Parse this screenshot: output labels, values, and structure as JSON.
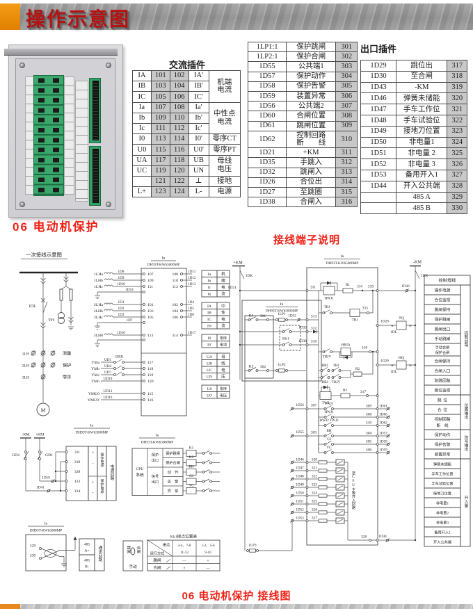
{
  "banner": {
    "title": "操作示意图"
  },
  "photo": {
    "caption": "06 电动机保护"
  },
  "captions": {
    "terminals": "接线端子说明",
    "diagram": "06 电动机保护 接线图"
  },
  "colors": {
    "accent_orange": "#e8891d",
    "title_red": "#b61212",
    "caption_red": "#ef2318",
    "shade_gray": "#c8c8c8",
    "terminal_green": "#35a066"
  },
  "ac_table": {
    "title": "交流插件",
    "rows": [
      [
        {
          "t": "IA"
        },
        {
          "t": "101",
          "c": "num"
        },
        {
          "t": "102",
          "c": "num"
        },
        {
          "t": "IA'"
        },
        {
          "t": "机端\n电流",
          "rs": 3
        }
      ],
      [
        {
          "t": "IB"
        },
        {
          "t": "103",
          "c": "num"
        },
        {
          "t": "104",
          "c": "num"
        },
        {
          "t": "IB'"
        }
      ],
      [
        {
          "t": "IC"
        },
        {
          "t": "105",
          "c": "num"
        },
        {
          "t": "106",
          "c": "num"
        },
        {
          "t": "IC'"
        }
      ],
      [
        {
          "t": "Ia"
        },
        {
          "t": "107",
          "c": "num"
        },
        {
          "t": "108",
          "c": "num"
        },
        {
          "t": "Ia'"
        },
        {
          "t": "中性点\n电流",
          "rs": 3
        }
      ],
      [
        {
          "t": "Ib"
        },
        {
          "t": "109",
          "c": "num"
        },
        {
          "t": "110",
          "c": "num"
        },
        {
          "t": "Ib'"
        }
      ],
      [
        {
          "t": "Ic"
        },
        {
          "t": "111",
          "c": "num"
        },
        {
          "t": "112",
          "c": "num"
        },
        {
          "t": "Ic'"
        }
      ],
      [
        {
          "t": "I0"
        },
        {
          "t": "113",
          "c": "num"
        },
        {
          "t": "114",
          "c": "num"
        },
        {
          "t": "I0'"
        },
        {
          "t": "零序CT"
        }
      ],
      [
        {
          "t": "U0"
        },
        {
          "t": "115",
          "c": "num"
        },
        {
          "t": "116",
          "c": "num"
        },
        {
          "t": "U0'"
        },
        {
          "t": "零序PT"
        }
      ],
      [
        {
          "t": "UA"
        },
        {
          "t": "117",
          "c": "num"
        },
        {
          "t": "118",
          "c": "num"
        },
        {
          "t": "UB"
        },
        {
          "t": "母线\n电压",
          "rs": 2
        }
      ],
      [
        {
          "t": "UC"
        },
        {
          "t": "119",
          "c": "num"
        },
        {
          "t": "120",
          "c": "num"
        },
        {
          "t": "UN"
        }
      ],
      [
        {
          "t": ""
        },
        {
          "t": "121",
          "c": "num"
        },
        {
          "t": "122",
          "c": "num"
        },
        {
          "t": "⊥"
        },
        {
          "t": "接地"
        }
      ],
      [
        {
          "t": "L+"
        },
        {
          "t": "123",
          "c": "num"
        },
        {
          "t": "124",
          "c": "num"
        },
        {
          "t": "L-"
        },
        {
          "t": "电源"
        }
      ]
    ]
  },
  "mid_table": {
    "rows": [
      [
        {
          "t": "1LP1:1"
        },
        {
          "t": "保护跳闸"
        },
        {
          "t": "301",
          "c": "num"
        }
      ],
      [
        {
          "t": "1LP2:1"
        },
        {
          "t": "保护合闸"
        },
        {
          "t": "302",
          "c": "num"
        }
      ],
      [
        {
          "t": "1D55"
        },
        {
          "t": "公共端1"
        },
        {
          "t": "303",
          "c": "num"
        }
      ],
      [
        {
          "t": "1D57"
        },
        {
          "t": "保护动作"
        },
        {
          "t": "304",
          "c": "num"
        }
      ],
      [
        {
          "t": "1D58"
        },
        {
          "t": "保护告警"
        },
        {
          "t": "305",
          "c": "num"
        }
      ],
      [
        {
          "t": "1D59"
        },
        {
          "t": "装置异常"
        },
        {
          "t": "306",
          "c": "num"
        }
      ],
      [
        {
          "t": "1D56"
        },
        {
          "t": "公共端2"
        },
        {
          "t": "307",
          "c": "num"
        }
      ],
      [
        {
          "t": "1D60"
        },
        {
          "t": "合闸位置"
        },
        {
          "t": "308",
          "c": "num"
        }
      ],
      [
        {
          "t": "1D61"
        },
        {
          "t": "跳闸位置"
        },
        {
          "t": "309",
          "c": "num"
        }
      ],
      [
        {
          "t": "1D62"
        },
        {
          "t": "控制回路\n断　　线"
        },
        {
          "t": "310",
          "c": "num"
        }
      ],
      [
        {
          "t": "1D21"
        },
        {
          "t": "+KM"
        },
        {
          "t": "311",
          "c": "num"
        }
      ],
      [
        {
          "t": "1D35"
        },
        {
          "t": "手跳入"
        },
        {
          "t": "312",
          "c": "num"
        }
      ],
      [
        {
          "t": "1D32"
        },
        {
          "t": "跳闸入"
        },
        {
          "t": "313",
          "c": "num"
        }
      ],
      [
        {
          "t": "1D26"
        },
        {
          "t": "合位出"
        },
        {
          "t": "314",
          "c": "num"
        }
      ],
      [
        {
          "t": "1D27"
        },
        {
          "t": "至跳圈"
        },
        {
          "t": "315",
          "c": "num"
        }
      ],
      [
        {
          "t": "1D38"
        },
        {
          "t": "合闸入"
        },
        {
          "t": "316",
          "c": "num"
        }
      ]
    ]
  },
  "out_table": {
    "title": "出口插件",
    "rows": [
      [
        {
          "t": "1D29"
        },
        {
          "t": "跳位出"
        },
        {
          "t": "317",
          "c": "num"
        }
      ],
      [
        {
          "t": "1D30"
        },
        {
          "t": "至合闸"
        },
        {
          "t": "318",
          "c": "num"
        }
      ],
      [
        {
          "t": "1D43"
        },
        {
          "t": "-KM"
        },
        {
          "t": "319",
          "c": "num"
        }
      ],
      [
        {
          "t": "1D46"
        },
        {
          "t": "弹簧未储能"
        },
        {
          "t": "320",
          "c": "num"
        }
      ],
      [
        {
          "t": "1D47"
        },
        {
          "t": "手车工作位"
        },
        {
          "t": "321",
          "c": "num"
        }
      ],
      [
        {
          "t": "1D48"
        },
        {
          "t": "手车试验位"
        },
        {
          "t": "322",
          "c": "num"
        }
      ],
      [
        {
          "t": "1D49"
        },
        {
          "t": "接地刀位置"
        },
        {
          "t": "323",
          "c": "num"
        }
      ],
      [
        {
          "t": "1D50",
          "c": "tall"
        },
        {
          "t": "非电量1",
          "c": "tall"
        },
        {
          "t": "324",
          "c": "num tall"
        }
      ],
      [
        {
          "t": "1D51"
        },
        {
          "t": "非电量 2"
        },
        {
          "t": "325",
          "c": "num"
        }
      ],
      [
        {
          "t": "1D52"
        },
        {
          "t": "非电量 3"
        },
        {
          "t": "326",
          "c": "num"
        }
      ],
      [
        {
          "t": "1D53"
        },
        {
          "t": "备用开入1"
        },
        {
          "t": "327",
          "c": "num"
        }
      ],
      [
        {
          "t": "1D44"
        },
        {
          "t": "开入公共端"
        },
        {
          "t": "328",
          "c": "num"
        }
      ],
      [
        {
          "t": ""
        },
        {
          "t": "485 A"
        },
        {
          "t": "329",
          "c": "num"
        }
      ],
      [
        {
          "t": ""
        },
        {
          "t": "485 B"
        },
        {
          "t": "330",
          "c": "num"
        }
      ]
    ]
  },
  "dg": {
    "hdr": {
      "in": "In",
      "model": "DH93T-KWh5000MP"
    },
    "pri": {
      "title": "一次接线示意图",
      "dl": "1DL",
      "yh": "YH",
      "m": "M",
      "rows": [
        {
          "n": "1LH",
          "t": "测量"
        },
        {
          "n": "2LH",
          "t": "保护"
        },
        {
          "n": "3LH",
          "t": "零序"
        }
      ]
    },
    "cur1": [
      {
        "a": "1LHa",
        "b": "1D8",
        "c": "107",
        "d": "108",
        "e": "1D11"
      },
      {
        "a": "1LHb",
        "b": "1D9",
        "c": "109",
        "d": "110",
        "e": "1D12"
      },
      {
        "a": "1LHc",
        "b": "1D10",
        "c": "111",
        "d": "112",
        "e": "1D13"
      }
    ],
    "r14": "1D14",
    "cur2": [
      {
        "a": "2LHa",
        "b": "1D1",
        "c": "101",
        "d": "102",
        "e": "1D4"
      },
      {
        "a": "2LHb",
        "b": "1D2",
        "c": "103",
        "d": "104",
        "e": "1D5"
      },
      {
        "a": "2LHc",
        "b": "1D3",
        "c": "105",
        "d": "106",
        "e": "1D6"
      }
    ],
    "r7": "1D7",
    "cur3": [
      {
        "a": "3LH0",
        "b": "1D16",
        "c": "113",
        "d": "114",
        "e": "1D17"
      }
    ],
    "zkk": "1ZKK",
    "voltA": [
      {
        "v": "YMa",
        "u": "UD1",
        "n": "117"
      },
      {
        "v": "YMb",
        "u": "UD4",
        "n": "118"
      },
      {
        "v": "YMc",
        "u": "UD7",
        "n": "119"
      }
    ],
    "voltB": [
      {
        "v": "YMn",
        "u": "UD10",
        "n": "120"
      }
    ],
    "voltC": [
      {
        "v": "YMU0",
        "u": "UD13",
        "n": "115"
      },
      {
        "v": "YMU0'",
        "u": "UD16",
        "n": "116"
      }
    ],
    "st1": [
      {
        "l": "Ia",
        "g": "机"
      },
      {
        "l": "Ib",
        "g": "端"
      },
      {
        "l": "Ic",
        "g": "电"
      },
      {
        "l": "In",
        "g": "流"
      }
    ],
    "st2": [
      {
        "l": "IA",
        "g": "中"
      },
      {
        "l": "IB",
        "g": "性"
      },
      {
        "l": "IC",
        "g": "电"
      },
      {
        "l": "IN",
        "g": "流"
      }
    ],
    "st3": [
      {
        "l": "I0",
        "g": "零序"
      },
      {
        "l": "I0'",
        "g": "电流"
      }
    ],
    "st4": [
      {
        "l": "UA",
        "g": "母"
      },
      {
        "l": "UB",
        "g": "线"
      },
      {
        "l": "UC",
        "g": "电"
      },
      {
        "l": "UN",
        "g": "压"
      }
    ],
    "st5": [
      {
        "l": "U0",
        "g": "零序"
      },
      {
        "l": "U0'",
        "g": "电压"
      }
    ],
    "ctl": {
      "kmp": "+KM",
      "dk": "1DK",
      "d21": "1D21",
      "kmm": "-KM",
      "dk2": "1DK",
      "d43": "1D43"
    },
    "rb": {
      "k1": "K1",
      "n301": "301",
      "lp1": "1LP1",
      "d32": "1D32",
      "kk1": "Kk1",
      "d35": "1D35",
      "d38": "1D38",
      "k2": "K2",
      "n302": "302",
      "lp2": "1LP2",
      "lp3": "1LP3"
    },
    "mb": {
      "n311": "311",
      "hwj1": "HWJ1",
      "r1": "R1",
      "n314": "314",
      "n319": "319",
      "tbj": "TBJ",
      "tbjc": "TBJ",
      "n315": "315",
      "n313": "313",
      "n312": "312",
      "n316": "316",
      "tbjv": "TBJV",
      "hbja": "HBJA",
      "n318": "318",
      "hbj": "HBJ",
      "tbj2": "TBJ",
      "hbj2": "HBJ",
      "tbjv2": "TBJV",
      "r2": "R2",
      "twj": "TWJ",
      "r3": "R3",
      "n317": "317"
    },
    "sig1": {
      "l": "1D56",
      "n": "307",
      "rows": [
        {
          "c": "TWJ1",
          "n": "309",
          "r": "1D61"
        },
        {
          "c": "HWJ1",
          "n": "308",
          "r": "1D60"
        },
        {
          "c": "HWJ2 TWJ2",
          "n": "310",
          "r": "1D62"
        }
      ]
    },
    "sig2": {
      "l": "1D55",
      "n": "303",
      "rows": [
        {
          "c": "BH",
          "n": "304",
          "r": "1D57"
        },
        {
          "c": "GJ",
          "n": "305",
          "r": "1D58"
        },
        {
          "c": "YC",
          "n": "306",
          "r": "1D59"
        }
      ]
    },
    "opto": {
      "rows": [
        {
          "l": "1D46",
          "n": "320"
        },
        {
          "l": "1D47",
          "n": "321"
        },
        {
          "l": "1D48",
          "n": "322"
        },
        {
          "l": "1D49",
          "n": "323"
        },
        {
          "l": "1D50",
          "n": "324"
        },
        {
          "l": "1D51",
          "n": "325"
        },
        {
          "l": "1D52",
          "n": "326"
        },
        {
          "l": "1D53",
          "n": "327"
        }
      ],
      "vtext": "至CPU主板开入回路",
      "n328": "328",
      "d44": "1D44"
    },
    "tq": {
      "d26": "1D26",
      "coil": "TQ",
      "dl": "1DL",
      "la": "«",
      "ra": "»"
    },
    "hq": {
      "d29": "1D29",
      "coil": "HQ",
      "dl": "1DL",
      "la": "«",
      "ra": "»"
    },
    "legend": {
      "top": "控制母线",
      "a": [
        {
          "t": "操作电源"
        },
        {
          "t": "合位监视"
        },
        {
          "t": "跳闸保持"
        },
        {
          "t": "保护跳闸"
        },
        {
          "t": "跳闸出口"
        },
        {
          "t": "手动跳闸"
        }
      ],
      "sp1a": "手动合闸",
      "sp1b": "保护合闸",
      "b": [
        {
          "t": "合闸保持"
        },
        {
          "t": "合闸入口"
        },
        {
          "t": "防跳回路"
        },
        {
          "t": "跳位监视"
        }
      ],
      "c": [
        {
          "t": "跳  位"
        },
        {
          "t": "合  位"
        }
      ],
      "sp2a": "控制回路",
      "sp2b": "断    线",
      "d": [
        {
          "t": "保护动作"
        },
        {
          "t": "保护告警"
        },
        {
          "t": "装置异常"
        }
      ],
      "e": [
        {
          "t": "弹簧未储能"
        },
        {
          "t": "手车工作位置"
        },
        {
          "t": "手车试验位置"
        },
        {
          "t": "接地刀位置"
        },
        {
          "t": "非电量1"
        },
        {
          "t": "非电量2"
        },
        {
          "t": "非电量3"
        },
        {
          "t": "备用开入1"
        },
        {
          "t": "开入公共端"
        }
      ],
      "groups": {
        "g1": "控制回路",
        "g2": "位置输出",
        "g3": "信号输出",
        "g4": "开入量"
      }
    },
    "pwr": {
      "kmm": "-KM",
      "kmp": "+KM",
      "gd4": "GD4",
      "gd1": "GD1",
      "d19": "1D19",
      "d41": "1D41",
      "rows": [
        {
          "n": "311"
        },
        {
          "n": "319"
        },
        {
          "n": "328"
        },
        {
          "n": "123"
        },
        {
          "n": "124"
        }
      ],
      "p1": "+",
      "m1": "-",
      "p2": "+",
      "m2": "-",
      "op": "操作电源",
      "pr": "保护电源",
      "grp": "电源回路"
    },
    "cpu": {
      "sys1": "CPU",
      "sys2": "系统",
      "po1": "保护",
      "po2": "出口",
      "so1": "信号",
      "so2": "出口",
      "rows": [
        {
          "t": "保护跳闸",
          "k": "K1"
        },
        {
          "t": "保护合闸",
          "k": "K2"
        },
        {
          "t": "动    作",
          "k": "BH"
        },
        {
          "t": "告    警",
          "k": "GJ"
        },
        {
          "t": "异    常",
          "k": "YC"
        }
      ]
    },
    "comm": {
      "n329": "329",
      "n330": "330",
      "a1": "485",
      "a2": "A+",
      "b1": "485",
      "b2": "B-",
      "grp": "通讯回路"
    },
    "kkbox": {
      "l": "跳闸",
      "r": "合闸",
      "b": "手动"
    },
    "kkt": {
      "title": "Kk1接点位置表",
      "htr": "接点",
      "hbl": "运行方式",
      "c1a": "3-4、7-8",
      "c1b": "11-12",
      "c2a": "1-2、5-6",
      "c2b": "9-10",
      "rows": [
        {
          "t": "跳闸",
          "a": "—",
          "b": "×"
        },
        {
          "t": "合闸",
          "a": "×",
          "b": "—"
        }
      ]
    }
  }
}
